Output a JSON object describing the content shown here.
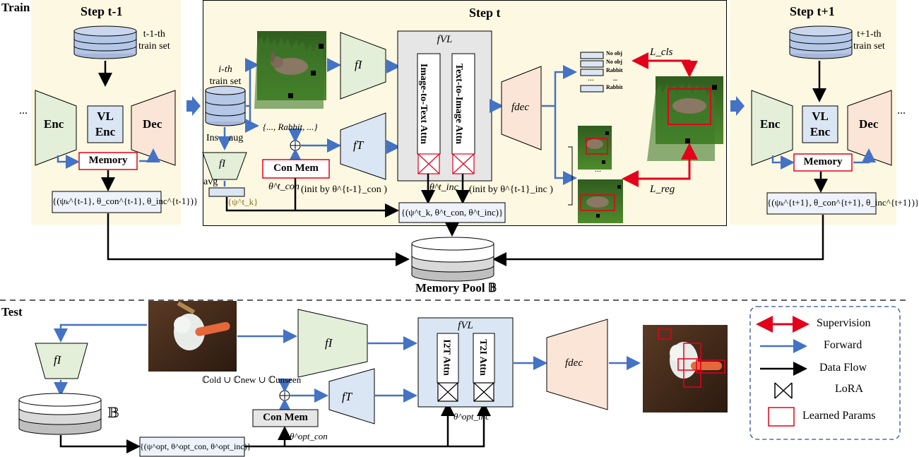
{
  "train": {
    "section_label": "Train",
    "step_prev": {
      "title": "Step t-1",
      "dataset_label_line1": "t-1-th",
      "dataset_label_line2": "train set",
      "enc": "Enc",
      "vl_enc_line1": "VL",
      "vl_enc_line2": "Enc",
      "dec": "Dec",
      "memory": "Memory",
      "params": "{(ψₖ^{t-1}, θ_con^{t-1}, θ_inc^{t-1})}"
    },
    "step_cur": {
      "title": "Step t",
      "trainset_line1": "i-th",
      "trainset_line2": "train set",
      "ins": "Ins",
      "aug": "aug",
      "text_prompt": "{..., Rabbit, ...}",
      "f_i": "fI",
      "f_t": "fT",
      "f_vl": "fVL",
      "i2t_attn": "Image-to-Text Attn",
      "t2i_attn": "Text-to-Image Attn",
      "f_dec": "fdec",
      "con_mem": "Con Mem",
      "theta_con": "θ^t_con",
      "init_by_con": "(init by θ^{t-1}_con )",
      "theta_inc": "θ^t_inc",
      "init_by_inc": "(init by θ^{t-1}_inc )",
      "f_i_small": "fI",
      "avg": "avg",
      "psi": "{ψ^t_k}",
      "params": "{(ψ^t_k, θ^t_con, θ^t_inc)}",
      "class_list": [
        "No obj",
        "No obj",
        "Rabbit",
        "...",
        "Rabbit"
      ],
      "loss_cls": "L_cls",
      "loss_reg": "L_reg",
      "dots": "..."
    },
    "step_next": {
      "title": "Step t+1",
      "dataset_label_line1": "t+1-th",
      "dataset_label_line2": "train set",
      "enc": "Enc",
      "vl_enc_line1": "VL",
      "vl_enc_line2": "Enc",
      "dec": "Dec",
      "memory": "Memory",
      "params": "{(ψₖ^{t+1}, θ_con^{t+1}, θ_inc^{t+1})}"
    },
    "ellipsis_left": "...",
    "ellipsis_right": "...",
    "memory_pool": "Memory Pool 𝔹"
  },
  "test": {
    "section_label": "Test",
    "f_i": "fI",
    "f_t": "fT",
    "f_vl": "fVL",
    "i2t_attn": "I2T Attn",
    "t2i_attn": "T2I Attn",
    "f_dec": "fdec",
    "class_set": "ℂold ∪ ℂnew ∪ ℂunseen",
    "con_mem": "Con Mem",
    "theta_con_opt": "θ^opt_con",
    "theta_inc_opt": "θ^opt_inc",
    "pool_symbol": "𝔹",
    "params": "{(ψ^opt, θ^opt_con, θ^opt_inc)}"
  },
  "legend": {
    "supervision": "Supervision",
    "forward": "Forward",
    "data_flow": "Data Flow",
    "lora": "LoRA",
    "learned": "Learned Params"
  },
  "colors": {
    "panel_bg": "#fdf8e1",
    "green": "#e3efd9",
    "blue_box": "#dbe6f4",
    "peach": "#fbe5d6",
    "gray_box": "#e7e6e6",
    "arrow_blue": "#4472c4",
    "arrow_red": "#e3001b"
  }
}
